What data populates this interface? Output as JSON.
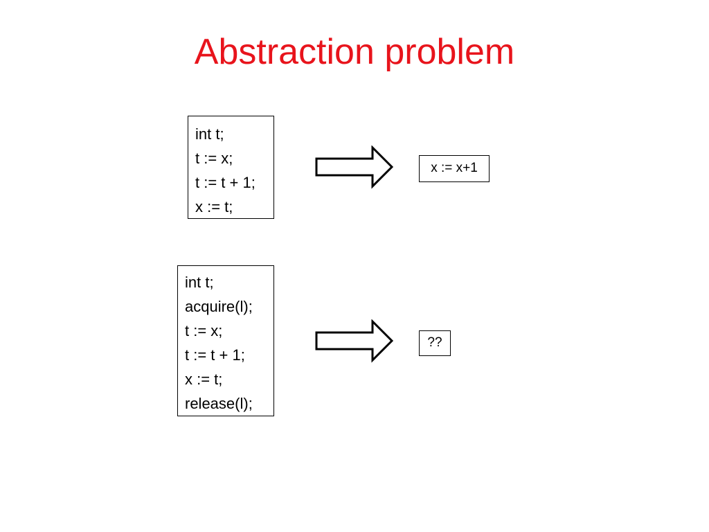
{
  "title": "Abstraction problem",
  "example1": {
    "code": [
      "int t;",
      "t := x;",
      "t := t + 1;",
      "x := t;"
    ],
    "result": "x := x+1"
  },
  "example2": {
    "code": [
      "int t;",
      "acquire(l);",
      "t := x;",
      "t := t + 1;",
      "x := t;",
      "release(l);"
    ],
    "result": "??"
  },
  "colors": {
    "title": "#e8141c",
    "stroke": "#000000"
  },
  "icons": {
    "arrow": "block-right-arrow-icon"
  }
}
